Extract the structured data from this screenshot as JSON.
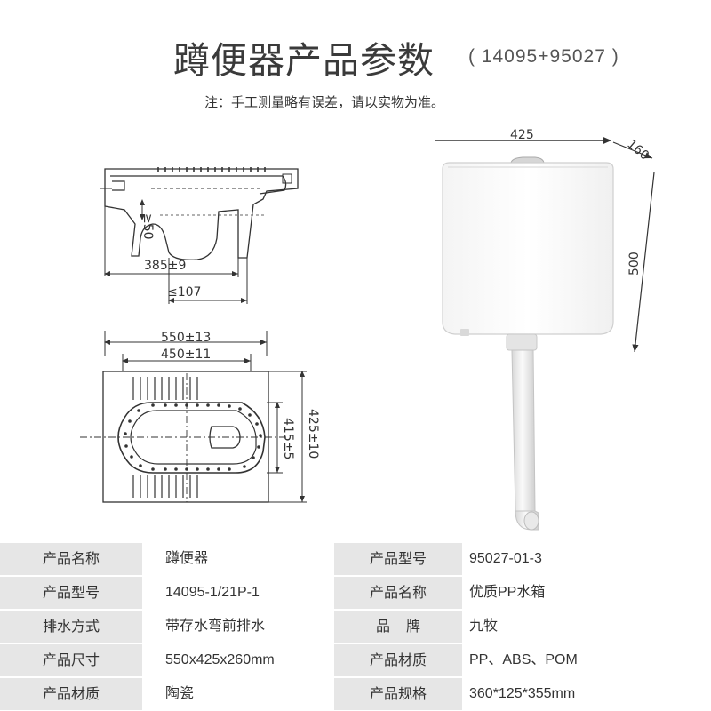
{
  "header": {
    "title": "蹲便器产品参数",
    "subtitle": "( 14095+95027 )"
  },
  "note": "注：手工测量略有误差，请以实物为准。",
  "side_drawing": {
    "dim_drop": "≥50",
    "dim_depth": "385±9",
    "dim_outlet": "≤107"
  },
  "top_drawing": {
    "dim_outer_width": "550±13",
    "dim_inner_width": "450±11",
    "dim_inner_height": "415±5",
    "dim_outer_height": "425±10"
  },
  "tank_drawing": {
    "dim_width": "425",
    "dim_depth": "160",
    "dim_height": "500"
  },
  "specs": {
    "rows": [
      {
        "label_left": "产品名称",
        "value_left": "蹲便器",
        "label_right": "产品型号",
        "value_right": "95027-01-3"
      },
      {
        "label_left": "产品型号",
        "value_left": "14095-1/21P-1",
        "label_right": "产品名称",
        "value_right": "优质PP水箱"
      },
      {
        "label_left": "排水方式",
        "value_left": "带存水弯前排水",
        "label_right": "品牌",
        "value_right": "九牧"
      },
      {
        "label_left": "产品尺寸",
        "value_left": "550x425x260mm",
        "label_right": "产品材质",
        "value_right": "PP、ABS、POM"
      },
      {
        "label_left": "产品材质",
        "value_left": "陶瓷",
        "label_right": "产品规格",
        "value_right": "360*125*355mm"
      }
    ]
  }
}
